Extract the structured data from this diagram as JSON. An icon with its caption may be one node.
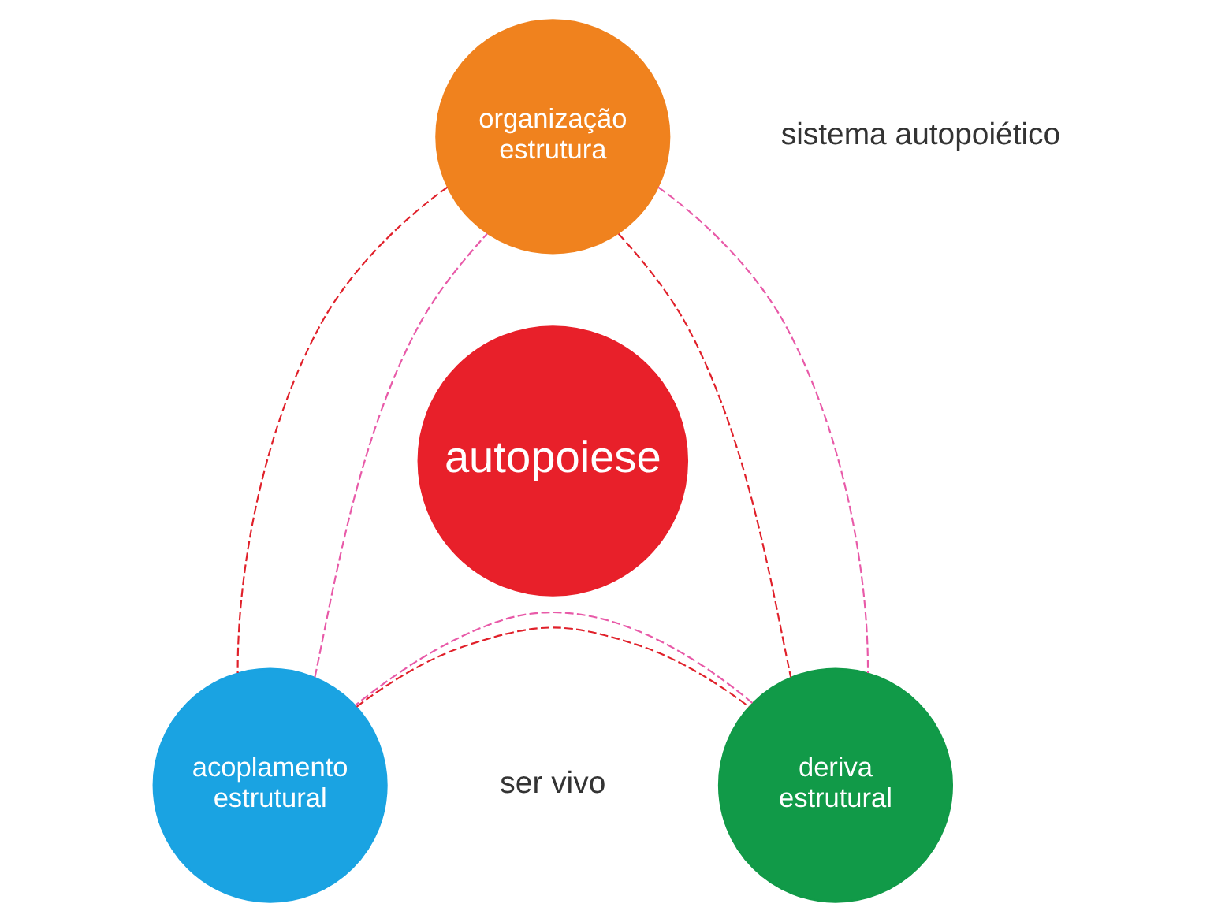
{
  "diagram": {
    "nodes": [
      {
        "text": [
          "organização estrutura"
        ]
      },
      {
        "text": [
          "autopoiese"
        ]
      },
      {
        "text": [
          "acoplamento estrutural"
        ]
      },
      {
        "text": [
          "deriva estrutural"
        ]
      }
    ],
    "edges": [
      {
        "from": 0,
        "to": 2,
        "arrow": "none",
        "style": "dashed",
        "color": "#e0202a"
      },
      {
        "from": 0,
        "to": 3,
        "arrow": "none",
        "style": "dashed",
        "color": "#e0202a"
      },
      {
        "from": 2,
        "to": 3,
        "arrow": "none",
        "style": "dashed",
        "color": "#e0202a"
      },
      {
        "from": 0,
        "to": 3,
        "arrow": "none",
        "style": "dashed",
        "color": "#e85aa8"
      },
      {
        "from": 3,
        "to": 2,
        "arrow": "none",
        "style": "dashed",
        "color": "#e85aa8"
      },
      {
        "from": 2,
        "to": 0,
        "arrow": "none",
        "style": "dashed",
        "color": "#e85aa8"
      }
    ],
    "labels": [
      "sistema autopoiético",
      "ser vivo"
    ]
  }
}
